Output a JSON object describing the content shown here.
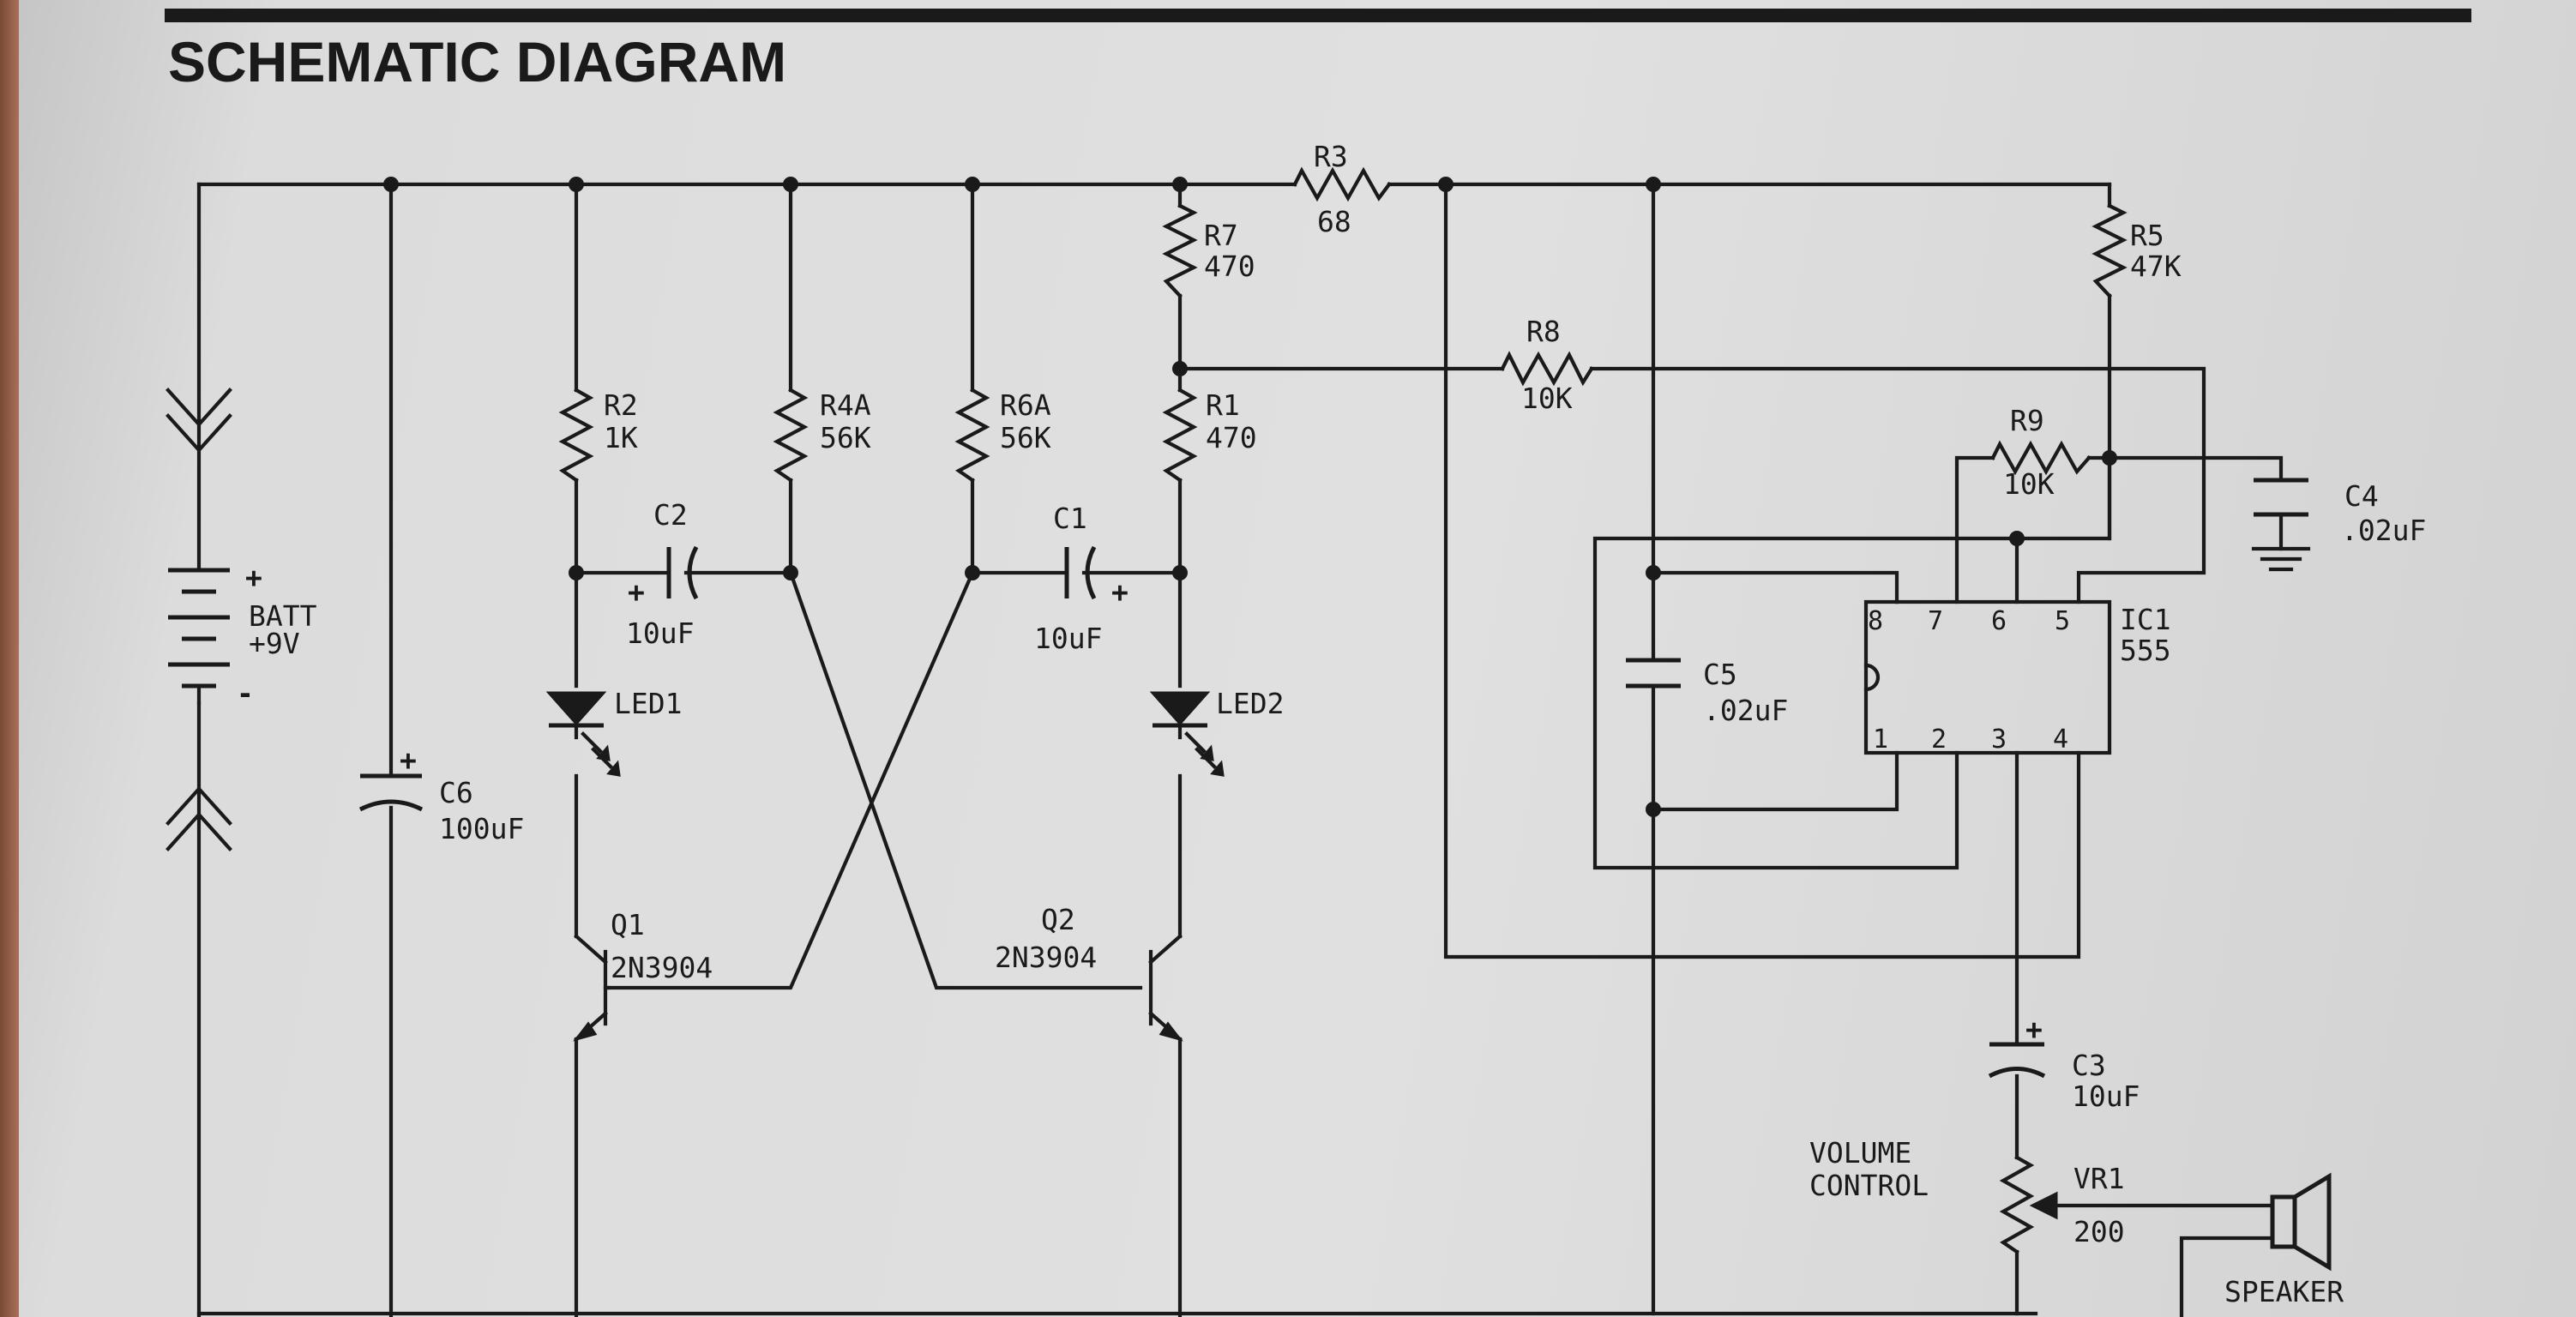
{
  "title": "SCHEMATIC DIAGRAM",
  "components": {
    "batt": {
      "ref": "BATT",
      "value": "+9V",
      "plus": "+",
      "minus": "-"
    },
    "r3": {
      "ref": "R3",
      "value": "68"
    },
    "r7": {
      "ref": "R7",
      "value": "470"
    },
    "r2": {
      "ref": "R2",
      "value": "1K"
    },
    "r4a": {
      "ref": "R4A",
      "value": "56K"
    },
    "r6a": {
      "ref": "R6A",
      "value": "56K"
    },
    "r1": {
      "ref": "R1",
      "value": "470"
    },
    "r8": {
      "ref": "R8",
      "value": "10K"
    },
    "r5": {
      "ref": "R5",
      "value": "47K"
    },
    "r9": {
      "ref": "R9",
      "value": "10K"
    },
    "c2": {
      "ref": "C2",
      "value": "10uF",
      "plus": "+"
    },
    "c1": {
      "ref": "C1",
      "value": "10uF",
      "plus": "+"
    },
    "c6": {
      "ref": "C6",
      "value": "100uF",
      "plus": "+"
    },
    "c5": {
      "ref": "C5",
      "value": ".02uF"
    },
    "c4": {
      "ref": "C4",
      "value": ".02uF"
    },
    "c3": {
      "ref": "C3",
      "value": "10uF",
      "plus": "+"
    },
    "led1": {
      "ref": "LED1"
    },
    "led2": {
      "ref": "LED2"
    },
    "q1": {
      "ref": "Q1",
      "value": "2N3904"
    },
    "q2": {
      "ref": "Q2",
      "value": "2N3904"
    },
    "ic1": {
      "ref": "IC1",
      "value": "555",
      "pins": [
        "8",
        "7",
        "6",
        "5",
        "1",
        "2",
        "3",
        "4"
      ]
    },
    "vr1": {
      "ref": "VR1",
      "value": "200",
      "label_line1": "VOLUME",
      "label_line2": "CONTROL"
    },
    "speaker": {
      "ref": "SPEAKER"
    }
  }
}
